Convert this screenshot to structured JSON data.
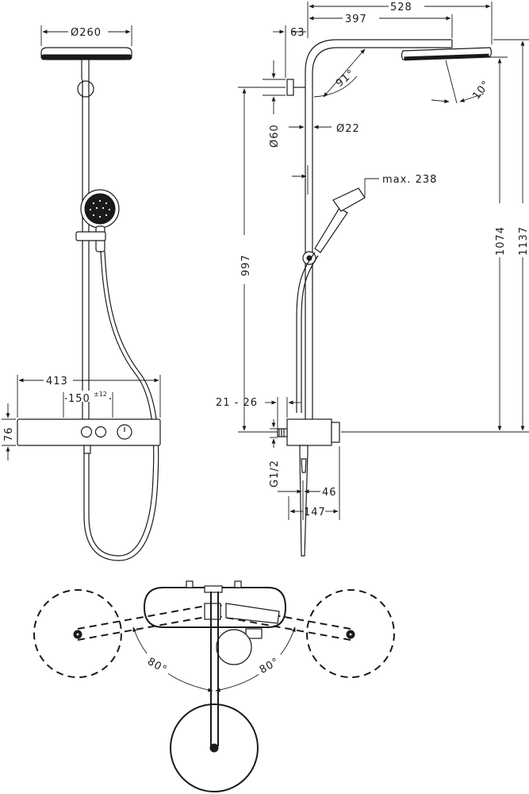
{
  "dimensions": {
    "head_diameter": "Ø260",
    "bar_width": "413",
    "thermostat_spacing": "150",
    "thermostat_spacing_tol": "±12",
    "thermostat_height": "76",
    "projection_total": "528",
    "projection_arm": "397",
    "wall_offset": "63",
    "arm_angle": "91°",
    "head_tilt": "10°",
    "bracket_diameter": "Ø60",
    "pipe_diameter": "Ø22",
    "handshower_max": "max. 238",
    "height_997": "997",
    "height_1074": "1074",
    "height_1137": "1137",
    "wall_distance": "21 - 26",
    "thread": "G1/2",
    "depth_46": "46",
    "depth_147": "147",
    "swivel_left": "80°",
    "swivel_right": "80°"
  },
  "colors": {
    "ink": "#1a1a1a",
    "paper": "#ffffff"
  }
}
